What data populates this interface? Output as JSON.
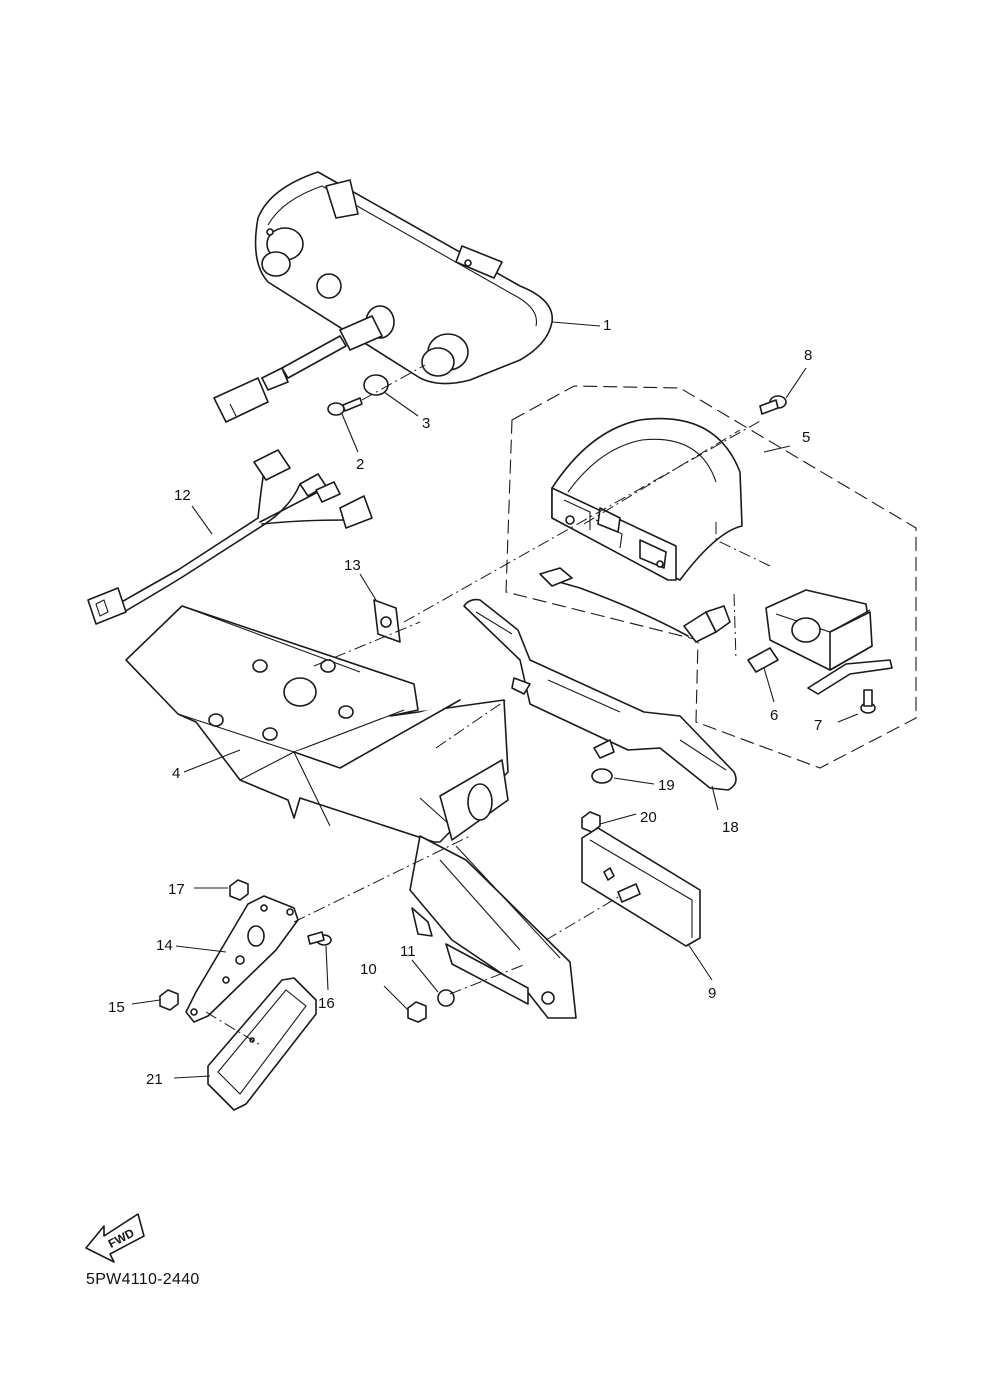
{
  "diagram_code": "5PW4110-2440",
  "direction_marker": "FWD",
  "callouts": {
    "c1": "1",
    "c2": "2",
    "c3": "3",
    "c4": "4",
    "c5": "5",
    "c6": "6",
    "c7": "7",
    "c8": "8",
    "c9": "9",
    "c10": "10",
    "c11": "11",
    "c12": "12",
    "c13": "13",
    "c14": "14",
    "c15": "15",
    "c16": "16",
    "c17": "17",
    "c18": "18",
    "c19": "19",
    "c20": "20",
    "c21": "21"
  }
}
